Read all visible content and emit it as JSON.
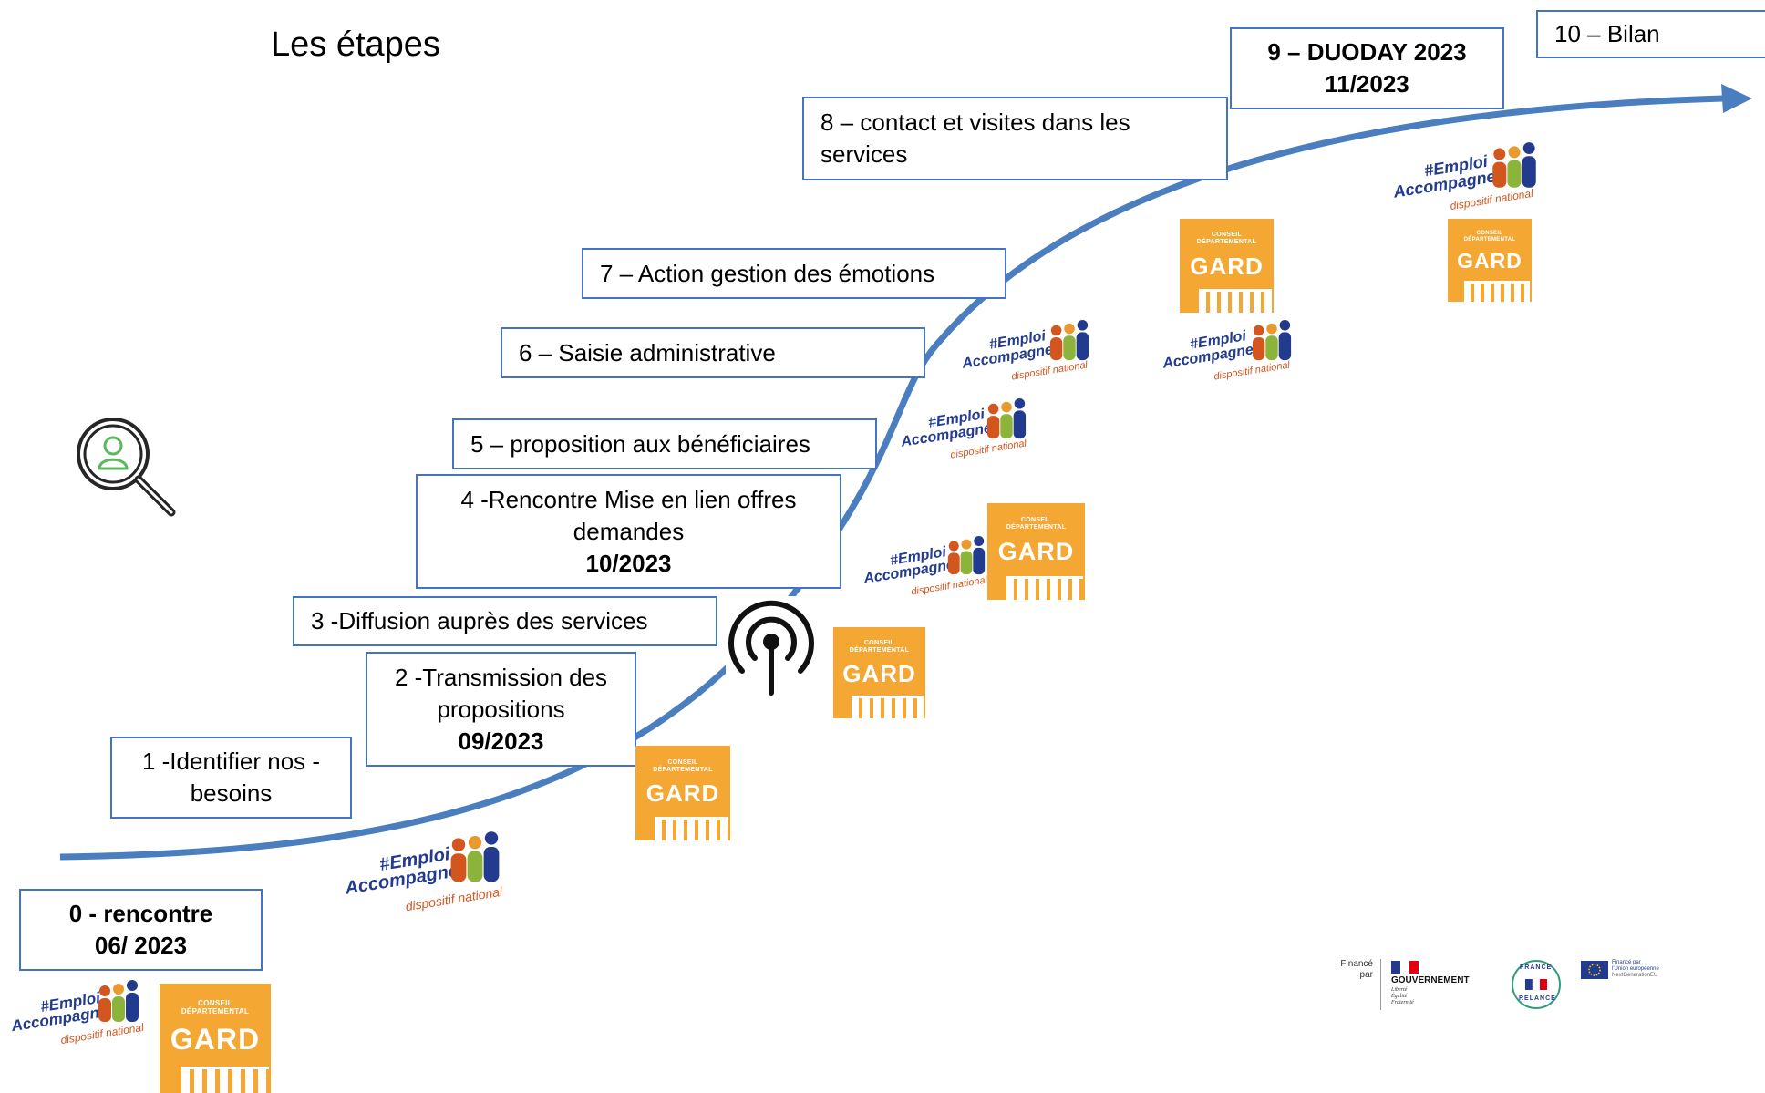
{
  "title": "Les étapes",
  "steps": {
    "s0_a": "0 - rencontre",
    "s0_b": "06/ 2023",
    "s1_a": "1 -Identifier nos  -",
    "s1_b": "besoins",
    "s2_a": "2 -Transmission des",
    "s2_b": "propositions",
    "s2_c": "09/2023",
    "s3": "3 -Diffusion auprès des services",
    "s4_a": "4 -Rencontre Mise en lien offres",
    "s4_b": "demandes",
    "s4_c": "10/2023",
    "s5": "5 – proposition aux bénéficiaires",
    "s6": "6 – Saisie administrative",
    "s7": "7 – Action gestion des émotions",
    "s8_a": "8 – contact et visites dans les",
    "s8_b": "services",
    "s9_a": "9 – DUODAY 2023",
    "s9_b": "11/2023",
    "s10": "10 – Bilan"
  },
  "logo_gard": {
    "line1": "CONSEIL",
    "line2": "DÉPARTEMENTAL",
    "word": "GARD"
  },
  "logo_emploi": {
    "line1": "#Emploi",
    "line2": "Accompagne",
    "line3": "dispositif national"
  },
  "funding": {
    "finance_par": "Financé",
    "par": "par",
    "gouvernement": "GOUVERNEMENT",
    "devise1": "Liberté",
    "devise2": "Égalité",
    "devise3": "Fraternité",
    "france": "FRANCE",
    "relance": "RELANCE",
    "ue1": "Financé par",
    "ue2": "l'Union européenne",
    "ue3": "NextGenerationEU"
  },
  "icons": [
    "magnifier-person-icon",
    "antenna-signal-icon",
    "arrow-curve"
  ],
  "colors": {
    "box_border": "#4472c4",
    "curve": "#4a7ebf",
    "gard_orange": "#f4a833",
    "emploi_blue": "#233b8f",
    "emploi_orange": "#d2561e"
  }
}
